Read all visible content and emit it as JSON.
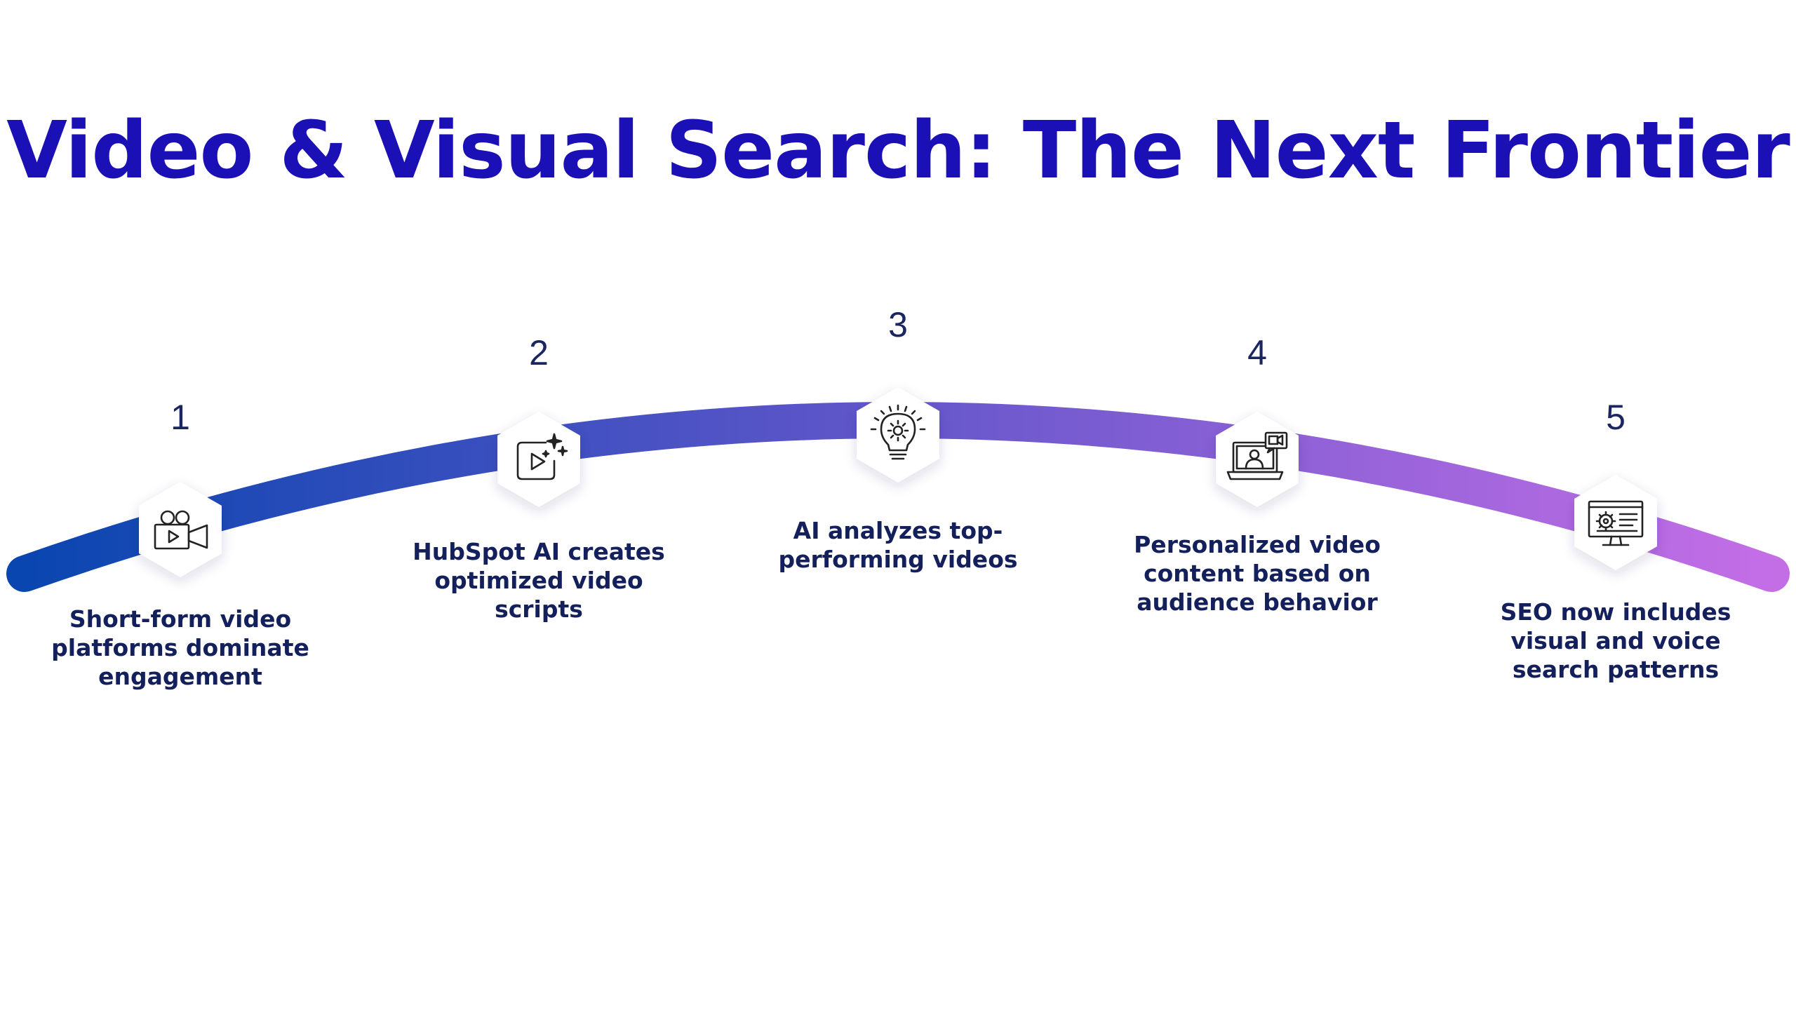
{
  "title": "Video & Visual Search: The Next Frontier",
  "colors": {
    "title": "#1a10b5",
    "gradient_start": "#0a46b0",
    "gradient_mid": "#5a55c8",
    "gradient_end": "#c46ee6",
    "text": "#14205c"
  },
  "steps": [
    {
      "number": "1",
      "icon": "video-camera-icon",
      "text_lines": [
        "Short-form video",
        "platforms dominate",
        "engagement"
      ]
    },
    {
      "number": "2",
      "icon": "ai-video-sparkle-icon",
      "text_lines": [
        "HubSpot AI creates",
        "optimized video",
        "scripts"
      ]
    },
    {
      "number": "3",
      "icon": "lightbulb-gear-icon",
      "text_lines": [
        "AI analyzes top-",
        "performing videos"
      ]
    },
    {
      "number": "4",
      "icon": "laptop-video-call-icon",
      "text_lines": [
        "Personalized video",
        "content based on",
        "audience behavior"
      ]
    },
    {
      "number": "5",
      "icon": "seo-monitor-gear-icon",
      "text_lines": [
        "SEO now includes",
        "visual and voice",
        "search patterns"
      ]
    }
  ]
}
